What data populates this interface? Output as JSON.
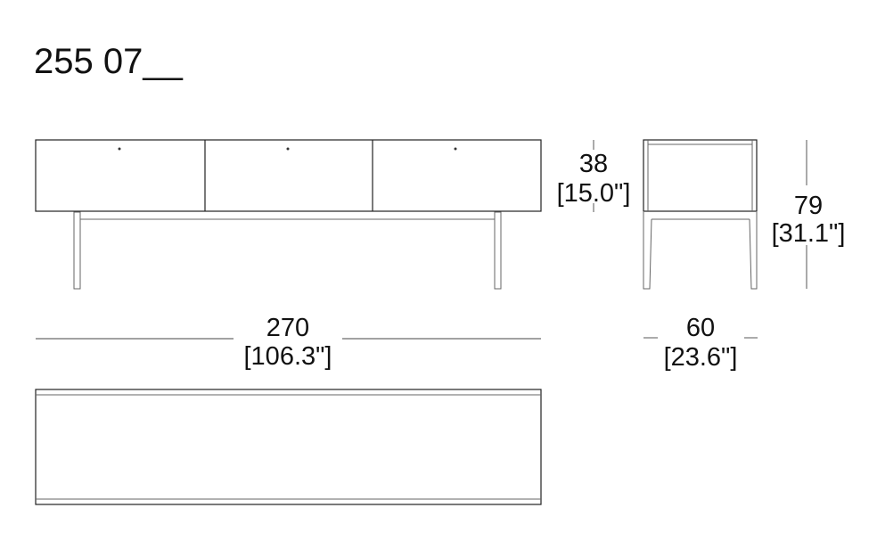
{
  "title": "255 07__",
  "dimensions": {
    "seat_height": {
      "cm": "38",
      "in": "[15.0\"]"
    },
    "total_height": {
      "cm": "79",
      "in": "[31.1\"]"
    },
    "width": {
      "cm": "270",
      "in": "[106.3\"]"
    },
    "depth": {
      "cm": "60",
      "in": "[23.6\"]"
    }
  },
  "colors": {
    "line": "#222222",
    "background": "#ffffff"
  }
}
